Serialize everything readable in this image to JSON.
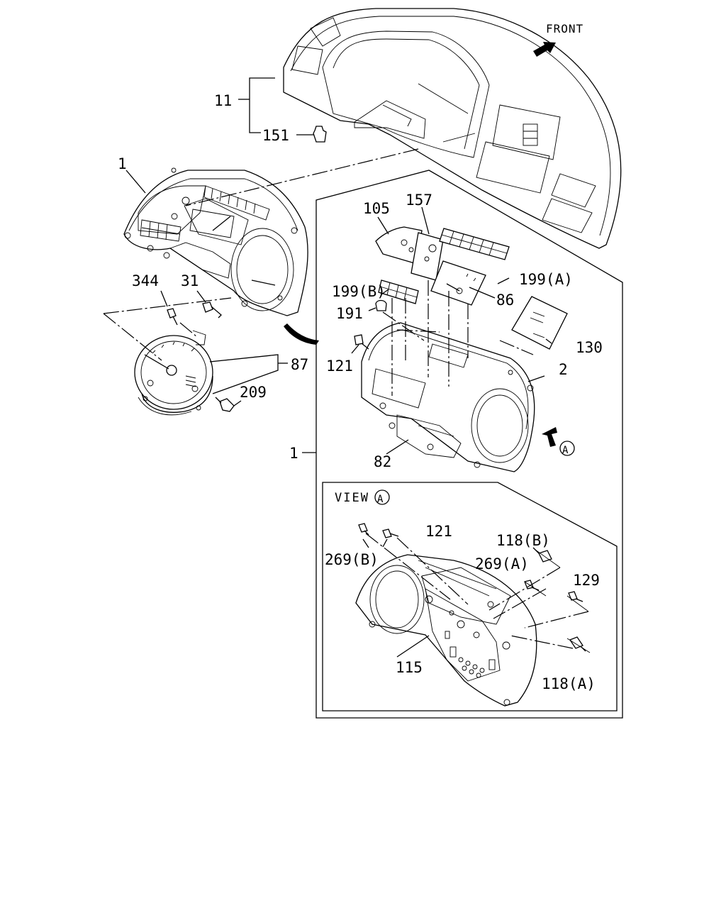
{
  "front_label": "FRONT",
  "view_title": "VIEW",
  "view_marker": "A",
  "view_arrow_marker": "A",
  "callouts": {
    "c11": "11",
    "c151": "151",
    "c1_top": "1",
    "c344": "344",
    "c31": "31",
    "c87": "87",
    "c209": "209",
    "c105": "105",
    "c157": "157",
    "c199a": "199(A)",
    "c199b": "199(B)",
    "c86": "86",
    "c191": "191",
    "c130": "130",
    "c121_main": "121",
    "c2": "2",
    "c82": "82",
    "c1_box": "1",
    "c121_view": "121",
    "c118b": "118(B)",
    "c269b": "269(B)",
    "c269a": "269(A)",
    "c129": "129",
    "c115": "115",
    "c118a": "118(A)"
  },
  "icons": [
    "front-arrow-icon",
    "view-direction-arrow-icon"
  ]
}
